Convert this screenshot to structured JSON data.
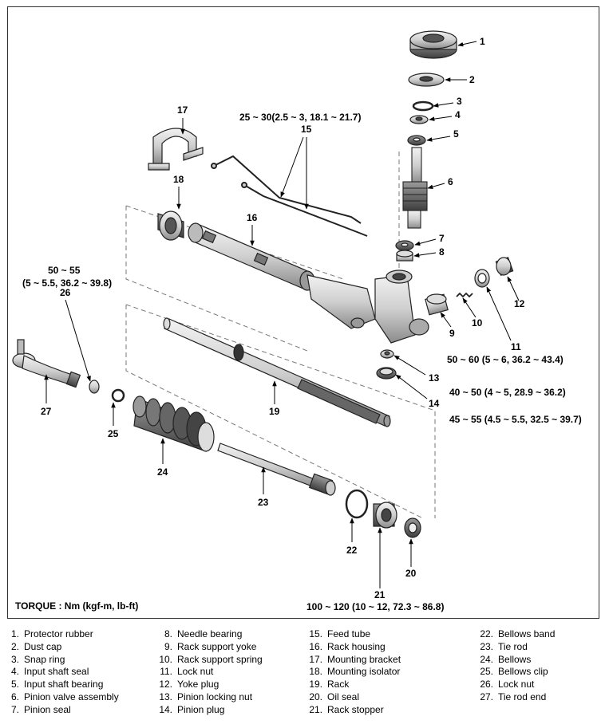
{
  "torque_label": "TORQUE : Nm (kgf-m, lb-ft)",
  "torques": {
    "feed_tube": "25 ~ 30(2.5 ~ 3, 18.1 ~ 21.7)",
    "lock_nut_line1": "50 ~ 55",
    "lock_nut_line2": "(5 ~ 5.5, 36.2 ~ 39.8)",
    "yoke_plug": "50 ~ 60 (5 ~ 6, 36.2 ~ 43.4)",
    "pinion_locking_nut": "40 ~ 50 (4 ~ 5, 28.9 ~ 36.2)",
    "pinion_plug": "45 ~ 55 (4.5 ~ 5.5, 32.5 ~ 39.7)",
    "rack_stopper": "100 ~ 120 (10 ~ 12, 72.3 ~ 86.8)"
  },
  "callouts": [
    "1",
    "2",
    "3",
    "4",
    "5",
    "6",
    "7",
    "8",
    "9",
    "10",
    "11",
    "12",
    "13",
    "14",
    "15",
    "16",
    "17",
    "18",
    "19",
    "20",
    "21",
    "22",
    "23",
    "24",
    "25",
    "26",
    "27"
  ],
  "legend": [
    [
      {
        "n": "1.",
        "t": "Protector rubber"
      },
      {
        "n": "2.",
        "t": "Dust cap"
      },
      {
        "n": "3.",
        "t": "Snap ring"
      },
      {
        "n": "4.",
        "t": "Input shaft seal"
      },
      {
        "n": "5.",
        "t": "Input shaft bearing"
      },
      {
        "n": "6.",
        "t": "Pinion valve assembly"
      },
      {
        "n": "7.",
        "t": "Pinion seal"
      }
    ],
    [
      {
        "n": "8.",
        "t": "Needle bearing"
      },
      {
        "n": "9.",
        "t": "Rack support yoke"
      },
      {
        "n": "10.",
        "t": "Rack support spring"
      },
      {
        "n": "11.",
        "t": "Lock nut"
      },
      {
        "n": "12.",
        "t": "Yoke plug"
      },
      {
        "n": "13.",
        "t": "Pinion locking nut"
      },
      {
        "n": "14.",
        "t": "Pinion plug"
      }
    ],
    [
      {
        "n": "15.",
        "t": "Feed tube"
      },
      {
        "n": "16.",
        "t": "Rack housing"
      },
      {
        "n": "17.",
        "t": "Mounting bracket"
      },
      {
        "n": "18.",
        "t": "Mounting isolator"
      },
      {
        "n": "19.",
        "t": "Rack"
      },
      {
        "n": "20.",
        "t": "Oil seal"
      },
      {
        "n": "21.",
        "t": "Rack stopper"
      }
    ],
    [
      {
        "n": "22.",
        "t": "Bellows band"
      },
      {
        "n": "23.",
        "t": "Tie rod"
      },
      {
        "n": "24.",
        "t": "Bellows"
      },
      {
        "n": "25.",
        "t": "Bellows clip"
      },
      {
        "n": "26.",
        "t": "Lock nut"
      },
      {
        "n": "27.",
        "t": "Tie rod end"
      }
    ]
  ]
}
